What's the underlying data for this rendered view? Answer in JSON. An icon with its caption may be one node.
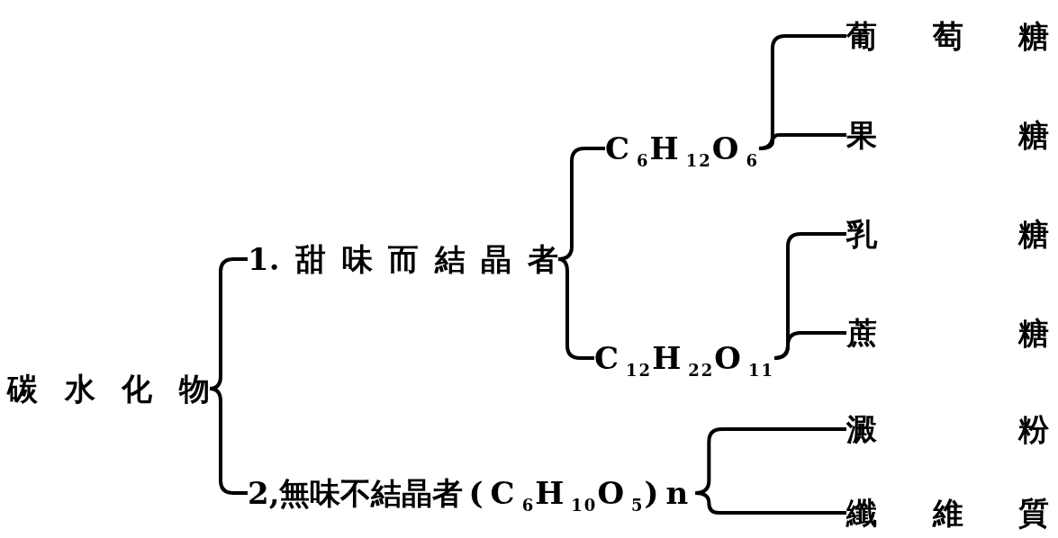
{
  "diagram": {
    "nodes": [
      {
        "text": [
          "碳水化物"
        ]
      },
      {
        "text": [
          "1.甜味而結晶者"
        ]
      },
      {
        "text": [
          "2,無味不結晶者",
          "(C$_{6}$H$_{10}$O$_{5}$)n"
        ]
      },
      {
        "text": [
          "C$_{6}$H$_{12}$O$_{6}$"
        ]
      },
      {
        "text": [
          "C$_{12}$H$_{22}$O$_{11}$"
        ]
      },
      {
        "text": [
          "葡萄糖"
        ]
      },
      {
        "text": [
          "果糖"
        ]
      },
      {
        "text": [
          "乳糖"
        ]
      },
      {
        "text": [
          "蔗糖"
        ]
      },
      {
        "text": [
          "澱粉"
        ]
      },
      {
        "text": [
          "纖維質"
        ]
      }
    ],
    "edges": [
      {
        "from": 0,
        "to": 1,
        "arrow": "none"
      },
      {
        "from": 0,
        "to": 2,
        "arrow": "none"
      },
      {
        "from": 1,
        "to": 3,
        "arrow": "none"
      },
      {
        "from": 1,
        "to": 4,
        "arrow": "none"
      },
      {
        "from": 3,
        "to": 5,
        "arrow": "none"
      },
      {
        "from": 3,
        "to": 6,
        "arrow": "none"
      },
      {
        "from": 4,
        "to": 7,
        "arrow": "none"
      },
      {
        "from": 4,
        "to": 8,
        "arrow": "none"
      },
      {
        "from": 2,
        "to": 9,
        "arrow": "none"
      },
      {
        "from": 2,
        "to": 10,
        "arrow": "none"
      }
    ]
  }
}
